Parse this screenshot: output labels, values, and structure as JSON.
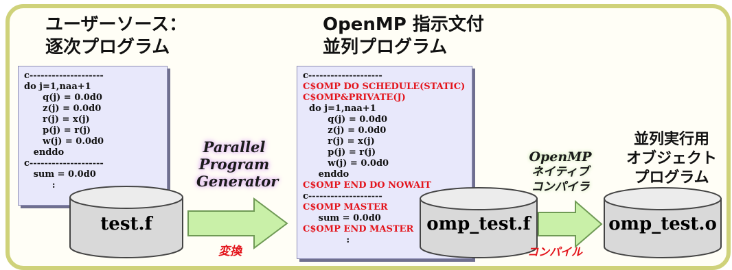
{
  "user_source": {
    "heading_line1": "ユーザーソース：",
    "heading_line2": "逐次プログラム",
    "code_lines": [
      {
        "text": "c--------------------",
        "directive": false
      },
      {
        "text": "do j=1,naa+1",
        "directive": false
      },
      {
        "text": "      q(j) = 0.0d0",
        "directive": false
      },
      {
        "text": "      z(j) = 0.0d0",
        "directive": false
      },
      {
        "text": "      r(j) = x(j)",
        "directive": false
      },
      {
        "text": "      p(j) = r(j)",
        "directive": false
      },
      {
        "text": "      w(j) = 0.0d0",
        "directive": false
      },
      {
        "text": "   enddo",
        "directive": false
      },
      {
        "text": "c--------------------",
        "directive": false
      },
      {
        "text": "   sum = 0.0d0",
        "directive": false
      },
      {
        "text": "         :",
        "directive": false
      }
    ],
    "file_label": "test.f"
  },
  "generator": {
    "line1": "Parallel",
    "line2": "Program",
    "line3": "Generator",
    "action_label": "変換"
  },
  "openmp_program": {
    "heading_line1": "OpenMP 指示文付",
    "heading_line2": "並列プログラム",
    "code_lines": [
      {
        "text": "c--------------------",
        "directive": false
      },
      {
        "text": "C$OMP DO SCHEDULE(STATIC)",
        "directive": true
      },
      {
        "text": "C$OMP&PRIVATE(J)",
        "directive": true
      },
      {
        "text": "  do j=1,naa+1",
        "directive": false
      },
      {
        "text": "        q(j) = 0.0d0",
        "directive": false
      },
      {
        "text": "        z(j) = 0.0d0",
        "directive": false
      },
      {
        "text": "        r(j) = x(j)",
        "directive": false
      },
      {
        "text": "        p(j) = r(j)",
        "directive": false
      },
      {
        "text": "        w(j) = 0.0d0",
        "directive": false
      },
      {
        "text": "     enddo",
        "directive": false
      },
      {
        "text": "C$OMP END DO NOWAIT",
        "directive": true
      },
      {
        "text": "c--------------------",
        "directive": false
      },
      {
        "text": "C$OMP MASTER",
        "directive": true
      },
      {
        "text": "     sum = 0.0d0",
        "directive": false
      },
      {
        "text": "C$OMP END MASTER",
        "directive": true
      },
      {
        "text": "              :",
        "directive": false
      }
    ],
    "file_label": "omp_test.f"
  },
  "compiler": {
    "line1": "OpenMP",
    "line2": "ネイティブ",
    "line3": "コンパイラ",
    "action_label": "コンパイル"
  },
  "object_program": {
    "heading_line1": "並列実行用",
    "heading_line2": "オブジェクト",
    "heading_line3": "プログラム",
    "file_label": "omp_test.o"
  },
  "colors": {
    "frame": "#cfd27a",
    "code_background": "#e8e8fb",
    "directive_text": "#e3141b",
    "arrow_fill": "#c9f0a8",
    "cylinder_fill": "#d9d9d9"
  }
}
